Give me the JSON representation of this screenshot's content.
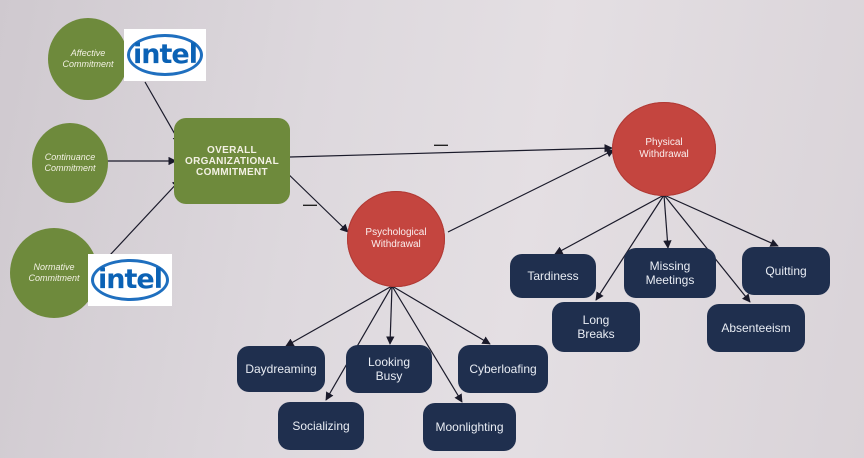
{
  "commitments": {
    "affective": "Affective Commitment",
    "continuance": "Continuance Commitment",
    "normative": "Normative Commitment"
  },
  "overall": "OVERALL ORGANIZATIONAL COMMITMENT",
  "psychological": "Psychological Withdrawal",
  "physical": "Physical Withdrawal",
  "negative_sign": "—",
  "psychological_behaviors": {
    "daydreaming": "Daydreaming",
    "socializing": "Socializing",
    "looking_busy": "Looking Busy",
    "moonlighting": "Moonlighting",
    "cyberloafing": "Cyberloafing"
  },
  "physical_behaviors": {
    "tardiness": "Tardiness",
    "long_breaks": "Long Breaks",
    "missing_meetings": "Missing Meetings",
    "absenteeism": "Absenteeism",
    "quitting": "Quitting"
  },
  "logo_text": "intel",
  "colors": {
    "green": "#6e8a3c",
    "red": "#c4453f",
    "navy": "#1f2f4e",
    "intel_blue": "#0b62b5"
  }
}
